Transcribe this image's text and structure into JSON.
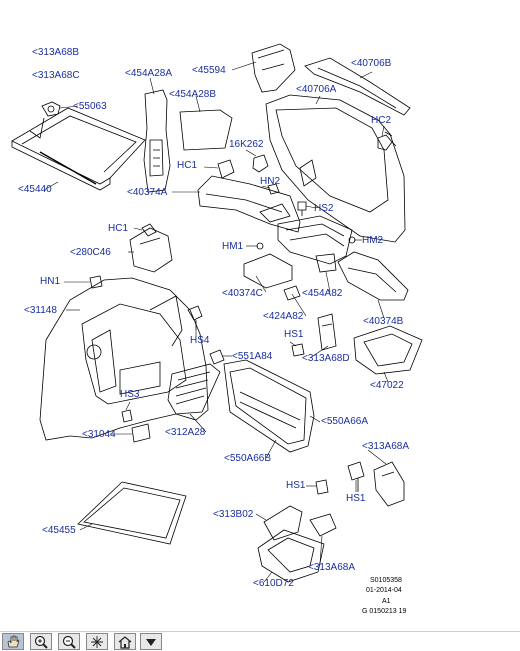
{
  "labels": {
    "p313A68B_top": "<313A68B",
    "p313A68C": "<313A68C",
    "p55063": "<55063",
    "p45440": "<45440",
    "p454A28A": "<454A28A",
    "p45594": "<45594",
    "p454A28B": "<454A28B",
    "p40706B": "<40706B",
    "p40706A": "<40706A",
    "pHC2": "HC2",
    "p16K262": "16K262",
    "pHC1_top": "HC1",
    "pHN2": "HN2",
    "p40374A": "<40374A",
    "pHS2": "HS2",
    "pHC1_mid": "HC1",
    "p280C46": "<280C46",
    "pHM1": "HM1",
    "pHM2": "HM2",
    "pHN1": "HN1",
    "p40374C": "<40374C",
    "p454A82": "<454A82",
    "p31148": "<31148",
    "p424A82": "<424A82",
    "p40374B": "<40374B",
    "pHS4": "HS4",
    "pHS1_mid": "HS1",
    "p551A84": "<551A84",
    "p313A68D": "<313A68D",
    "p47022": "<47022",
    "pHS3": "HS3",
    "p550A66A": "<550A66A",
    "p31044": "<31044",
    "p312A28": "<312A28",
    "p313A68A_right": "<313A68A",
    "p550A66B": "<550A66B",
    "pHS1_low": "HS1",
    "pHS1_right": "HS1",
    "p45455": "<45455",
    "p313B02": "<313B02",
    "p313A68A_low": "<313A68A",
    "p610D72": "<610D72"
  },
  "meta": {
    "line1": "S0105358",
    "line2": "01-2014-04",
    "line3": "A1",
    "line4": "G 0150213 19"
  },
  "toolbar": {
    "buttons": [
      "hand-icon",
      "zoom-in-icon",
      "zoom-out-icon",
      "select-icon",
      "home-icon",
      "menu-down-icon"
    ]
  },
  "colors": {
    "label": "#1a2fa0",
    "line": "#000000",
    "toolbar_border": "#888888"
  }
}
